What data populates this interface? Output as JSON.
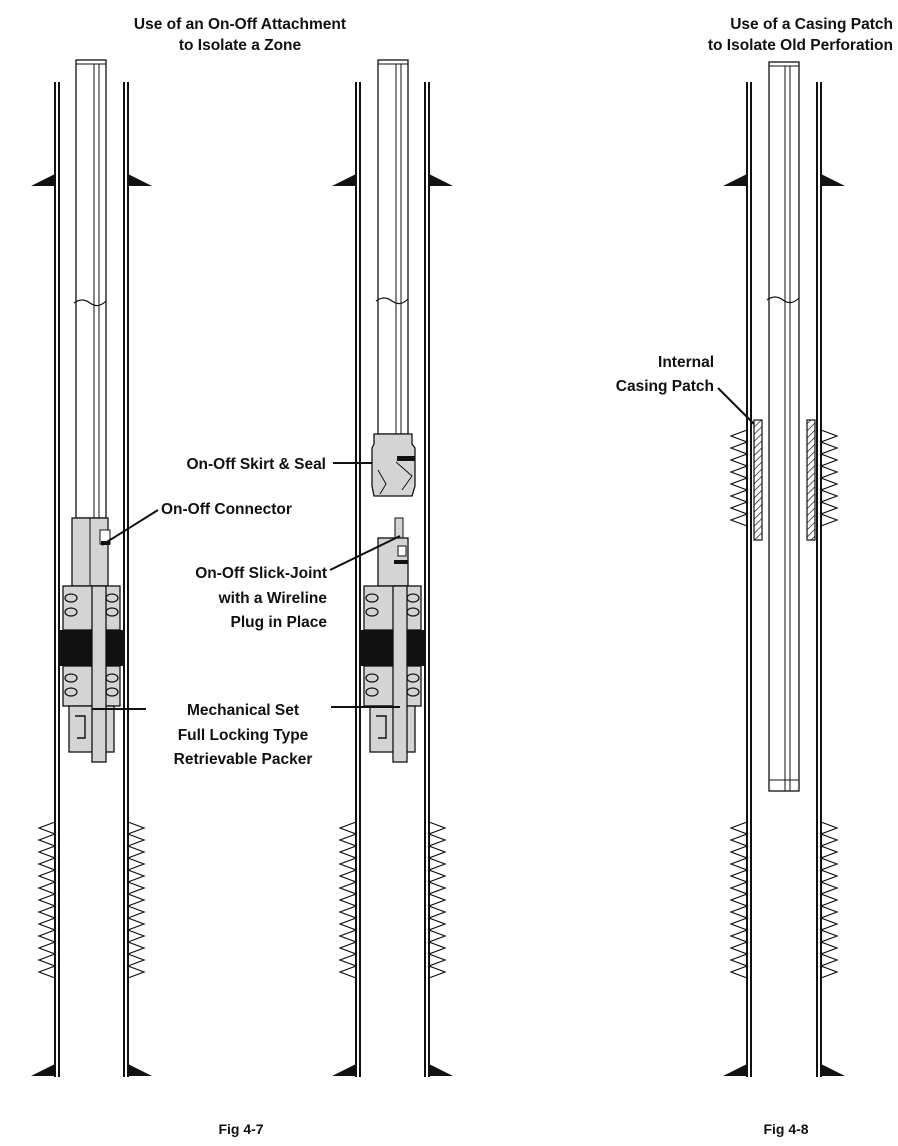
{
  "fig_4_7": {
    "title_line1": "Use of an On-Off Attachment",
    "title_line2": "to Isolate a Zone",
    "caption": "Fig 4-7",
    "labels": {
      "skirt_seal": "On-Off Skirt & Seal",
      "connector": "On-Off Connector",
      "slick_joint_line1": "On-Off Slick-Joint",
      "slick_joint_line2": "with a Wireline",
      "slick_joint_line3": "Plug in Place",
      "packer_line1": "Mechanical Set",
      "packer_line2": "Full Locking Type",
      "packer_line3": "Retrievable Packer"
    }
  },
  "fig_4_8": {
    "title_line1": "Use of a Casing Patch",
    "title_line2": "to Isolate Old Perforation",
    "caption": "Fig 4-8",
    "labels": {
      "patch_line1": "Internal",
      "patch_line2": "Casing Patch"
    }
  },
  "colors": {
    "ink": "#111111",
    "tool_fill": "#d4d4d4",
    "background": "#ffffff"
  }
}
